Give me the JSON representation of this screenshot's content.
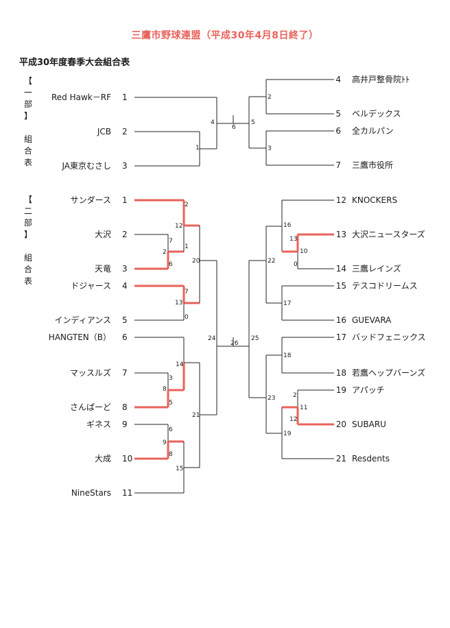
{
  "title": "三鷹市野球連盟（平成30年4月8日終了）",
  "subtitle": "平成30年度春季大会組合表",
  "colors": {
    "winner_path": "#e8625a",
    "line": "#222222",
    "title": "#e8625a"
  },
  "division1": {
    "label_lines": [
      "【",
      "一",
      "部",
      "】",
      "",
      "組",
      "合",
      "表"
    ],
    "teams": [
      {
        "name": "Red Hawk－RF",
        "seed": "1"
      },
      {
        "name": "JCB",
        "seed": "2"
      },
      {
        "name": "JA東京むさし",
        "seed": "3"
      },
      {
        "name": "高井戸整骨院ﾄﾄ",
        "seed": "4"
      },
      {
        "name": "ベルデックス",
        "seed": "5"
      },
      {
        "name": "全カルパン",
        "seed": "6"
      },
      {
        "name": "三鷹市役所",
        "seed": "7"
      }
    ],
    "scores": [
      "1",
      "4",
      "6",
      "5",
      "2",
      "3"
    ]
  },
  "division2": {
    "label_lines": [
      "【",
      "二",
      "部",
      "】",
      "",
      "組",
      "合",
      "表"
    ],
    "teams": [
      {
        "name": "サンダース",
        "seed": "1"
      },
      {
        "name": "大沢",
        "seed": "2"
      },
      {
        "name": "天竜",
        "seed": "3"
      },
      {
        "name": "ドジャース",
        "seed": "4"
      },
      {
        "name": "インディアンス",
        "seed": "5"
      },
      {
        "name": "HANGTEN（B）",
        "seed": "6"
      },
      {
        "name": "マッスルズ",
        "seed": "7"
      },
      {
        "name": "さんぱーど",
        "seed": "8"
      },
      {
        "name": "ギネス",
        "seed": "9"
      },
      {
        "name": "大成",
        "seed": "10"
      },
      {
        "name": "NineStars",
        "seed": "11"
      },
      {
        "name": "KNOCKERS",
        "seed": "12"
      },
      {
        "name": "大沢ニュースターズ",
        "seed": "13"
      },
      {
        "name": "三鷹レインズ",
        "seed": "14"
      },
      {
        "name": "テスコドリームス",
        "seed": "15"
      },
      {
        "name": "GUEVARA",
        "seed": "16"
      },
      {
        "name": "バッドフェニックス",
        "seed": "17"
      },
      {
        "name": "若鷹ヘップバーンズ",
        "seed": "18"
      },
      {
        "name": "アパッチ",
        "seed": "19"
      },
      {
        "name": "SUBARU",
        "seed": "20"
      },
      {
        "name": "Resdents",
        "seed": "21"
      }
    ],
    "scores": [
      "2",
      "12",
      "7",
      "1",
      "2",
      "6",
      "7",
      "13",
      "0",
      "20",
      "3",
      "8",
      "5",
      "14",
      "6",
      "9",
      "8",
      "15",
      "21",
      "24",
      "26",
      "25",
      "16",
      "13",
      "10",
      "0",
      "22",
      "17",
      "18",
      "2",
      "11",
      "12",
      "19",
      "23"
    ]
  }
}
